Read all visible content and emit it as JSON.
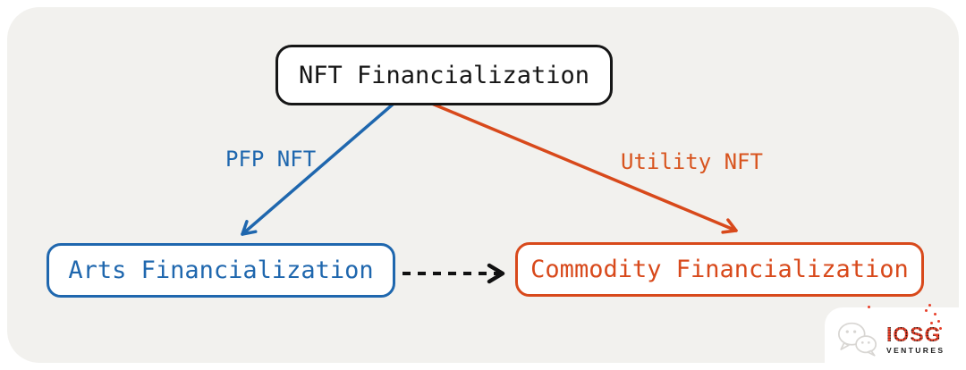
{
  "diagram": {
    "background": "#f2f1ee",
    "nodes": {
      "root": {
        "label": "NFT Financialization",
        "border_color": "#161616"
      },
      "arts": {
        "label": "Arts Financialization",
        "border_color": "#1f67ae"
      },
      "commodity": {
        "label": "Commodity Financialization",
        "border_color": "#d8491b"
      }
    },
    "edges": {
      "pfp": {
        "label": "PFP NFT",
        "color": "#1f67ae",
        "from": "root",
        "to": "arts",
        "style": "solid-arrow"
      },
      "utility": {
        "label": "Utility NFT",
        "color": "#d8491b",
        "from": "root",
        "to": "commodity",
        "style": "solid-arrow"
      },
      "arts_to_commodity": {
        "color": "#111111",
        "from": "arts",
        "to": "commodity",
        "style": "dashed-arrow"
      }
    }
  },
  "logo": {
    "icon": "wechat-icon",
    "name": "IOSG",
    "subtitle": "VENTURES",
    "accent_color": "#e8402a"
  }
}
